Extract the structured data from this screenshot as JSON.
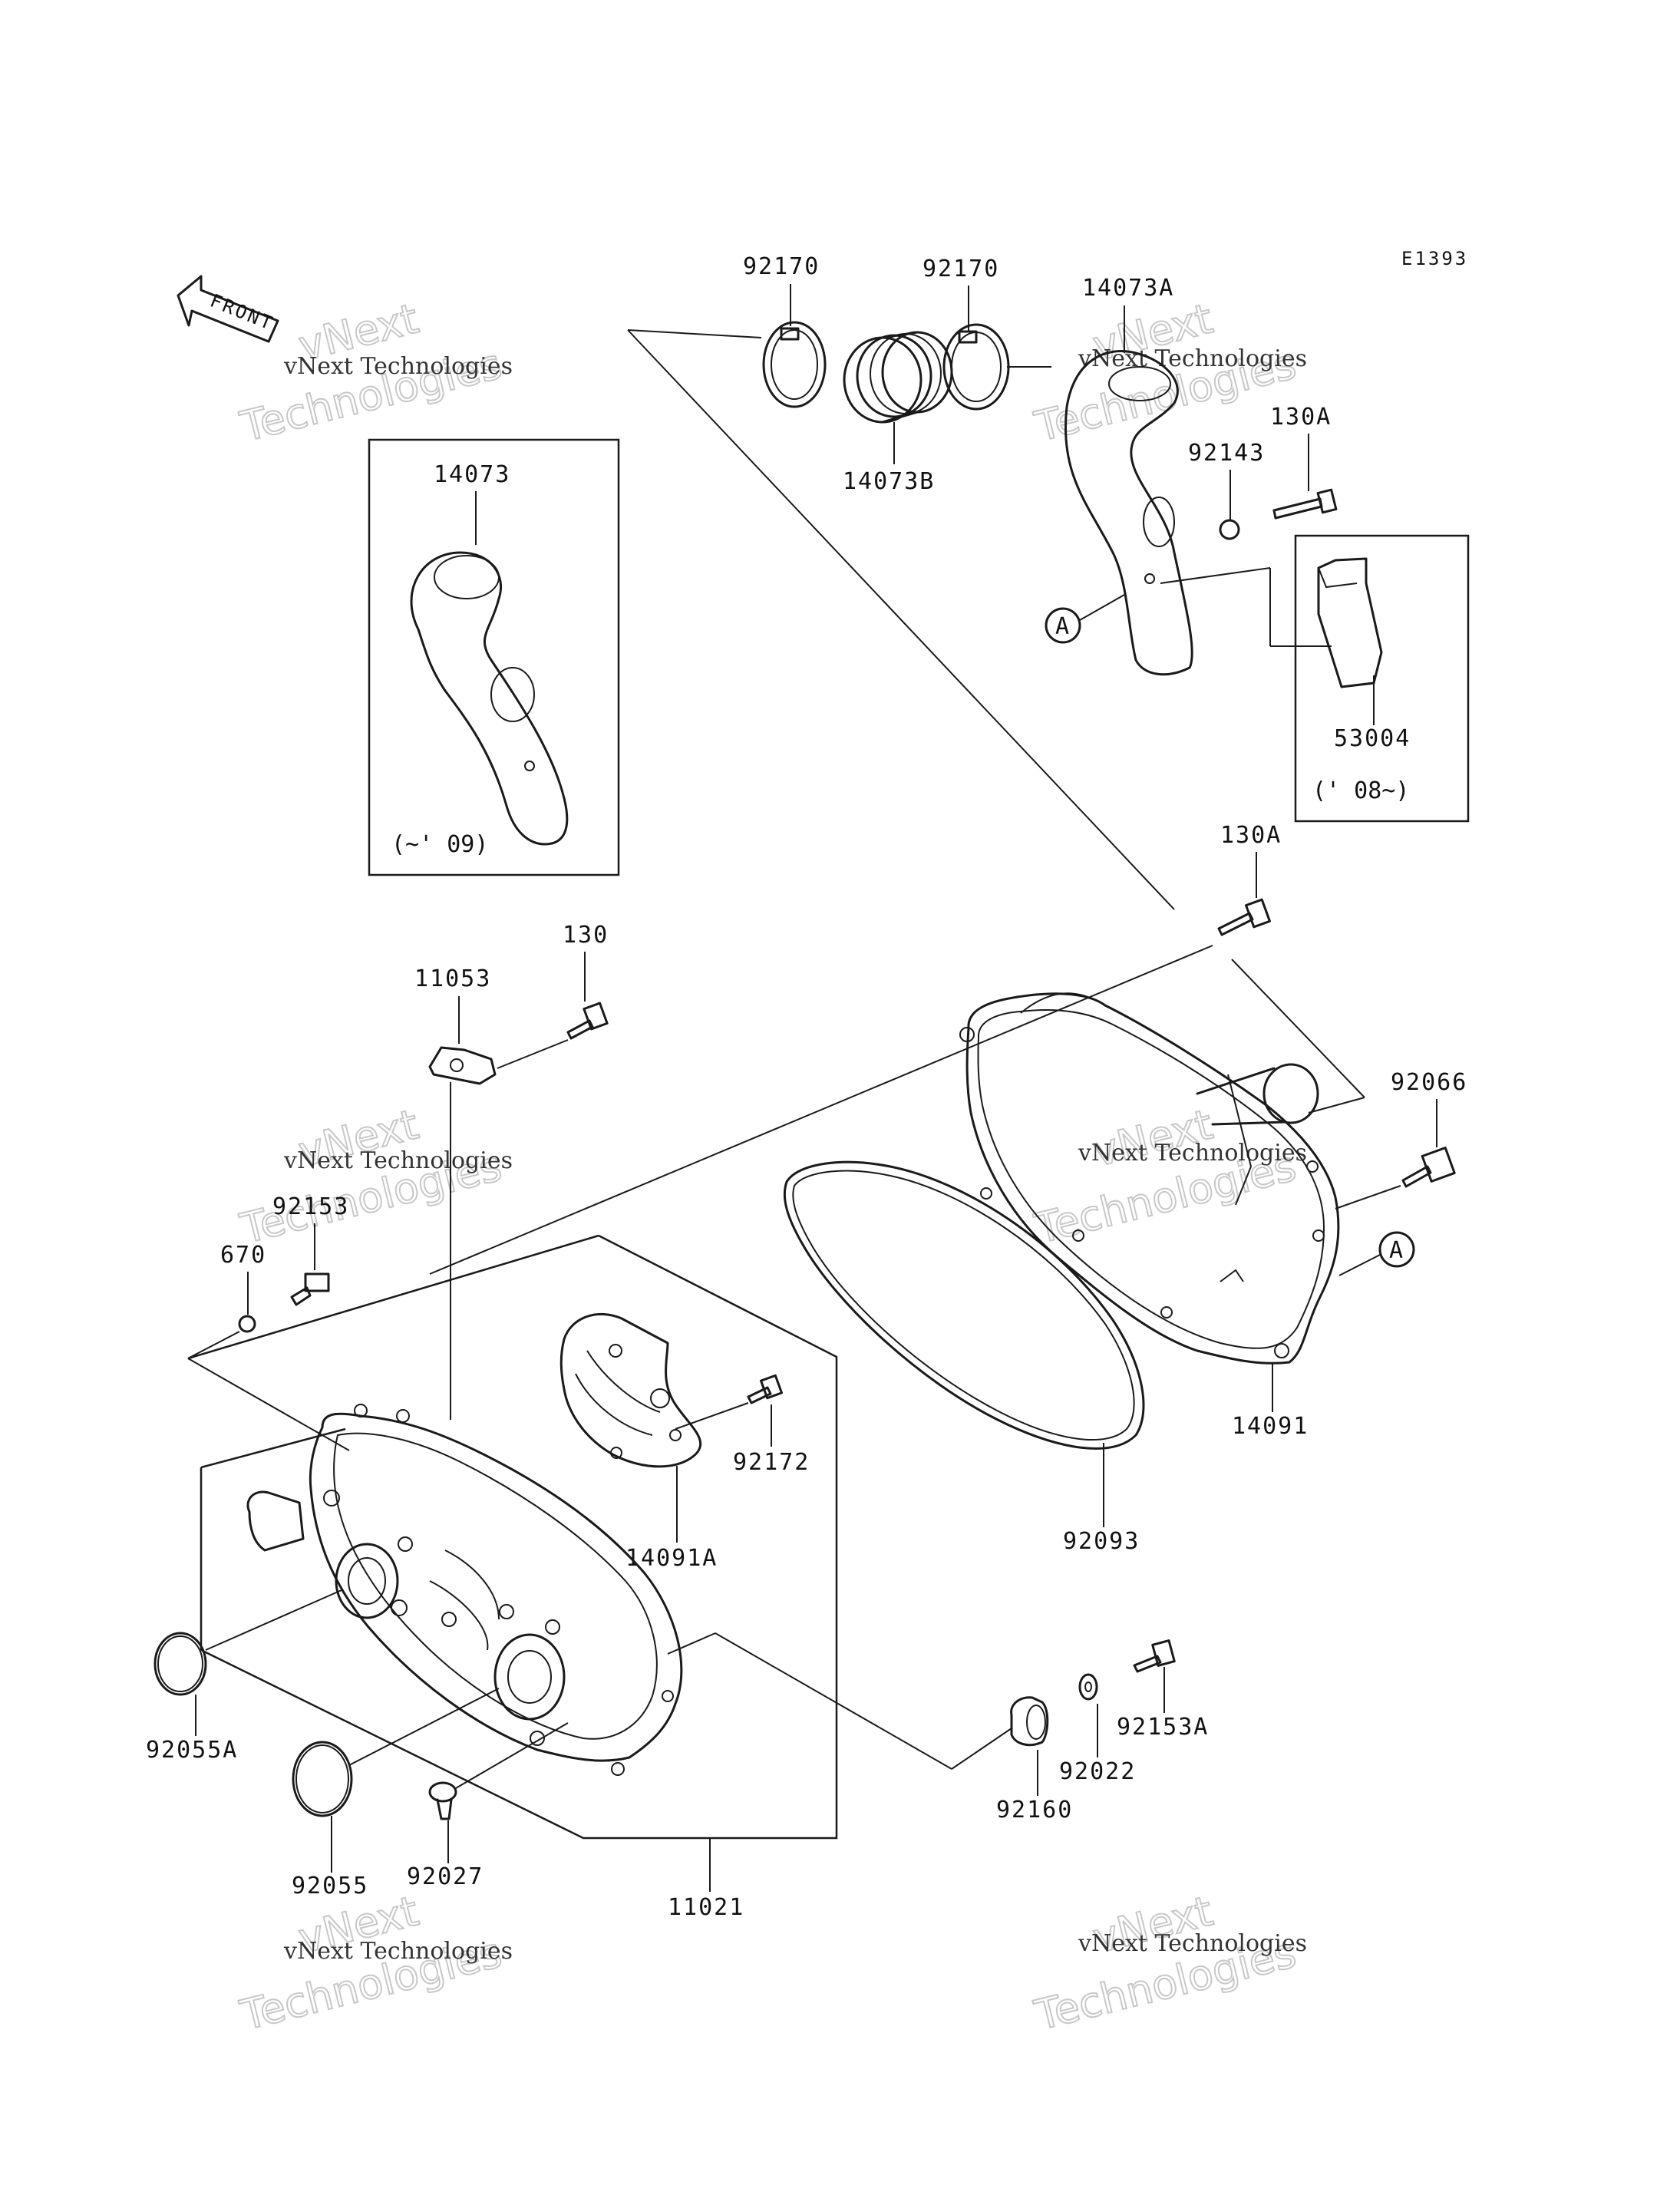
{
  "diagram_code": "E1393",
  "front_label": "FRONT",
  "watermark": {
    "company": "vNext Technologies",
    "line1": "vNext",
    "line2": "Technologies"
  },
  "inset_left_years": "(~' 09)",
  "inset_right_years": "(' 08~)",
  "ref_marker": "A",
  "parts": {
    "clamp_left": "92170",
    "clamp_right": "92170",
    "duct_a": "14073A",
    "duct_b": "14073B",
    "duct": "14073",
    "bolt_top": "130A",
    "washer_top": "92143",
    "label_53004": "53004",
    "bolt_cover": "130A",
    "bolt_130": "130",
    "bracket_11053": "11053",
    "sensor_92066": "92066",
    "bolt_92153": "92153",
    "oring_670": "670",
    "cover_14091": "14091",
    "plate_14091a": "14091A",
    "bolt_92172": "92172",
    "belt_seal_92093": "92093",
    "oring_92055a": "92055A",
    "oring_92055": "92055",
    "plug_92027": "92027",
    "case_11021": "11021",
    "grommet_92160": "92160",
    "washer_92022": "92022",
    "bolt_92153a": "92153A"
  }
}
